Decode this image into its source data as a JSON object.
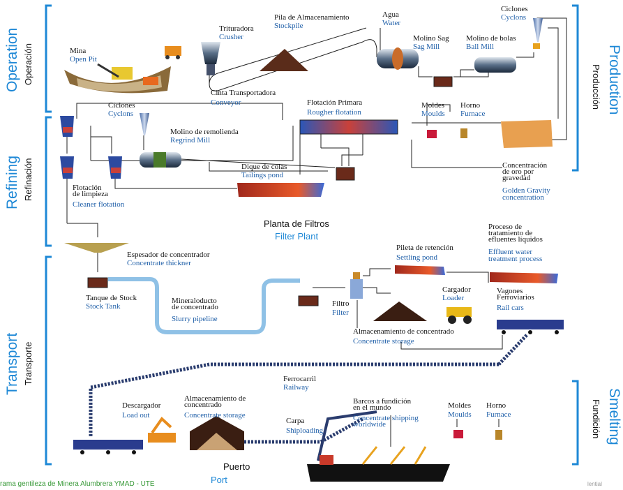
{
  "sections": {
    "operation": {
      "en": "Operation",
      "es": "Operación"
    },
    "refining": {
      "en": "Refining",
      "es": "Refinación"
    },
    "transport": {
      "en": "Transport",
      "es": "Transporte"
    },
    "production": {
      "en": "Production",
      "es": "Producción"
    },
    "smelting": {
      "en": "Smelting",
      "es": "Fundición"
    }
  },
  "labels": {
    "mina": {
      "es": "Mina",
      "en": "Open Pit"
    },
    "trituradora": {
      "es": "Trituradora",
      "en": "Crusher"
    },
    "pila": {
      "es": "Pila de Almacenamiento",
      "en": "Stockpile"
    },
    "agua": {
      "es": "Agua",
      "en": "Water"
    },
    "ciclones_top": {
      "es": "Ciclones",
      "en": "Cyclons"
    },
    "molino_sag": {
      "es": "Molino Sag",
      "en": "Sag Mill"
    },
    "molino_bolas": {
      "es": "Molino de bolas",
      "en": "Ball Mill"
    },
    "cinta": {
      "es": "Cinta Transportadora",
      "en": "Conveyor"
    },
    "ciclones_mid": {
      "es": "Ciclones",
      "en": "Cyclons"
    },
    "flotacion_primaria": {
      "es": "Flotación Primara",
      "en": "Rougher flotation"
    },
    "moldes_top": {
      "es": "Moldes",
      "en": "Moulds"
    },
    "horno_top": {
      "es": "Horno",
      "en": "Furnace"
    },
    "molino_remolienda": {
      "es": "Molino de remolienda",
      "en": "Regrind Mill"
    },
    "dique": {
      "es": "Dique de colas",
      "en": "Tailings pond"
    },
    "concentracion_oro": {
      "es1": "Concentración",
      "es2": "de oro por",
      "es3": "gravedad",
      "en1": "Golden Gravity",
      "en2": "concentration"
    },
    "flotacion_limpieza": {
      "es1": "Flotación",
      "es2": "de limpieza",
      "en": "Cleaner flotation"
    },
    "planta_filtros": {
      "es": "Planta de Filtros",
      "en": "Filter Plant"
    },
    "espesador": {
      "es": "Espesador de concentrador",
      "en": "Concentrate thickner"
    },
    "proceso_efluentes": {
      "es1": "Proceso de",
      "es2": "tratamiento de",
      "es3": "efluentes líquidos",
      "en1": "Effluent water",
      "en2": "treatment process"
    },
    "pileta": {
      "es": "Pileta de retención",
      "en": "Settling pond"
    },
    "tanque": {
      "es": "Tanque de Stock",
      "en": "Stock Tank"
    },
    "mineraloducto": {
      "es1": "Mineraloducto",
      "es2": "de concentrado",
      "en": "Slurry pipeline"
    },
    "filtro": {
      "es": "Filtro",
      "en": "Filter"
    },
    "cargador": {
      "es": "Cargador",
      "en": "Loader"
    },
    "vagones": {
      "es1": "Vagones",
      "es2": "Ferroviarios",
      "en": "Rail cars"
    },
    "almacenamiento_conc": {
      "es": "Almacenamiento de concentrado",
      "en": "Concentrate storage"
    },
    "ferrocarril": {
      "es": "Ferrocarril",
      "en": "Railway"
    },
    "descargador": {
      "es": "Descargador",
      "en": "Load out"
    },
    "almacenamiento_port": {
      "es1": "Almacenamiento de",
      "es2": "concentrado",
      "en": "Concentrate storage"
    },
    "carpa": {
      "es": "Carpa",
      "en": "Shiploading"
    },
    "barcos": {
      "es1": "Barcos a fundición",
      "es2": "en el mundo",
      "en1": "Concentrate shipping",
      "en2": "worldwide"
    },
    "moldes_bottom": {
      "es": "Moldes",
      "en": "Moulds"
    },
    "horno_bottom": {
      "es": "Horno",
      "en": "Furnace"
    },
    "puerto": {
      "es": "Puerto",
      "en": "Port"
    }
  },
  "footer": {
    "credit": "rama gentileza de Minera Alumbrera YMAD - UTE",
    "confidential": "lential"
  },
  "colors": {
    "section_blue": "#1e88d6",
    "label_blue": "#1f5fa8",
    "pipeline_blue": "#8fc1e6",
    "credit_green": "#3a9a3a"
  }
}
